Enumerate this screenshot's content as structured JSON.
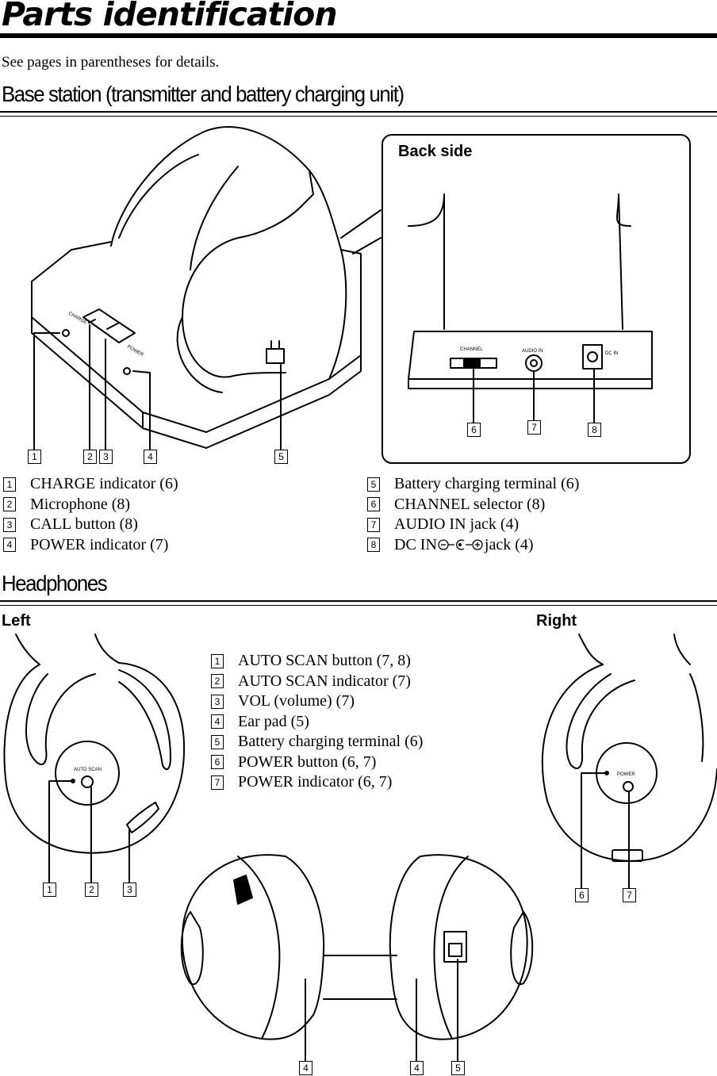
{
  "page": {
    "title": "Parts identification",
    "subtitle": "See pages in parentheses for details."
  },
  "base_station": {
    "heading": "Base station (transmitter and battery charging unit)",
    "back_side_label": "Back side",
    "device_labels": {
      "charge": "CHARGE",
      "power": "POWER",
      "channel": "CHANNEL",
      "audio_in": "AUDIO IN",
      "dc_in": "DC IN"
    },
    "callouts": [
      "1",
      "2",
      "3",
      "4",
      "5",
      "6",
      "7",
      "8"
    ],
    "legend_left": [
      {
        "num": "1",
        "text": "CHARGE indicator (6)"
      },
      {
        "num": "2",
        "text": "Microphone (8)"
      },
      {
        "num": "3",
        "text": "CALL button (8)"
      },
      {
        "num": "4",
        "text": "POWER indicator (7)"
      }
    ],
    "legend_right": [
      {
        "num": "5",
        "text": "Battery charging terminal (6)"
      },
      {
        "num": "6",
        "text": "CHANNEL selector (8)"
      },
      {
        "num": "7",
        "text": "AUDIO IN jack (4)"
      },
      {
        "num": "8",
        "text_before": "DC IN",
        "text_after": " jack (4)"
      }
    ]
  },
  "headphones": {
    "heading": "Headphones",
    "left_label": "Left",
    "right_label": "Right",
    "device_labels": {
      "auto_scan": "AUTO SCAN",
      "power": "POWER"
    },
    "callouts": [
      "1",
      "2",
      "3",
      "6",
      "7",
      "4",
      "4",
      "5"
    ],
    "legend": [
      {
        "num": "1",
        "text": "AUTO SCAN button (7, 8)"
      },
      {
        "num": "2",
        "text": "AUTO SCAN indicator (7)"
      },
      {
        "num": "3",
        "text": "VOL (volume) (7)"
      },
      {
        "num": "4",
        "text": "Ear pad (5)"
      },
      {
        "num": "5",
        "text": "Battery charging terminal (6)"
      },
      {
        "num": "6",
        "text": "POWER button (6, 7)"
      },
      {
        "num": "7",
        "text": "POWER indicator (6, 7)"
      }
    ]
  }
}
